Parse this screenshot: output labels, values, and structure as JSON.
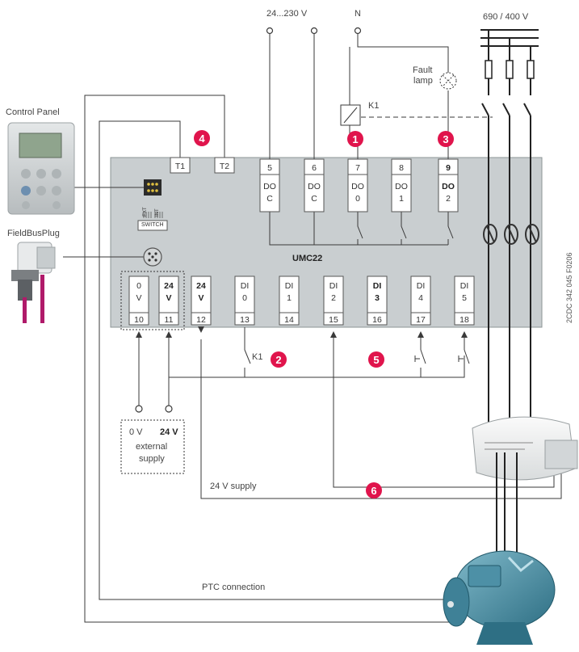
{
  "labels": {
    "supply_ac": "24...230 V",
    "neutral": "N",
    "mains": "690 / 400 V",
    "fault_lamp_1": "Fault",
    "fault_lamp_2": "lamp",
    "relay": "K1",
    "relay_contact": "K1",
    "control_panel": "Control Panel",
    "fieldbus_plug": "FieldBusPlug",
    "switch": "SWITCH",
    "switch_ext": "EXT",
    "switch_int": "INT",
    "device": "UMC22",
    "ext_supply_0v": "0 V",
    "ext_supply_24v": "24 V",
    "ext_supply_1": "external",
    "ext_supply_2": "supply",
    "supply_24v": "24 V supply",
    "ptc": "PTC connection",
    "doc_code": "2CDC 342 045 F0206"
  },
  "top_terminals": [
    {
      "num": "T1",
      "l1": "",
      "l2": "",
      "bold": false
    },
    {
      "num": "T2",
      "l1": "",
      "l2": "",
      "bold": false
    },
    {
      "num": "5",
      "l1": "DO",
      "l2": "C",
      "bold": false
    },
    {
      "num": "6",
      "l1": "DO",
      "l2": "C",
      "bold": false
    },
    {
      "num": "7",
      "l1": "DO",
      "l2": "0",
      "bold": false
    },
    {
      "num": "8",
      "l1": "DO",
      "l2": "1",
      "bold": false
    },
    {
      "num": "9",
      "l1": "DO",
      "l2": "2",
      "bold": true
    }
  ],
  "bottom_terminals": [
    {
      "num": "10",
      "l1": "0",
      "l2": "V",
      "bold": false
    },
    {
      "num": "11",
      "l1": "24",
      "l2": "V",
      "bold": true
    },
    {
      "num": "12",
      "l1": "24",
      "l2": "V",
      "bold": true
    },
    {
      "num": "13",
      "l1": "DI",
      "l2": "0",
      "bold": false
    },
    {
      "num": "14",
      "l1": "DI",
      "l2": "1",
      "bold": false
    },
    {
      "num": "15",
      "l1": "DI",
      "l2": "2",
      "bold": false
    },
    {
      "num": "16",
      "l1": "DI",
      "l2": "3",
      "bold": true
    },
    {
      "num": "17",
      "l1": "DI",
      "l2": "4",
      "bold": false
    },
    {
      "num": "18",
      "l1": "DI",
      "l2": "5",
      "bold": false
    }
  ],
  "badges": [
    "1",
    "2",
    "3",
    "4",
    "5",
    "6"
  ],
  "colors": {
    "badge": "#e0144c",
    "device_fill": "#c9ced0",
    "wire": "#3a3a3a",
    "cable_magenta": "#b01a6a"
  }
}
